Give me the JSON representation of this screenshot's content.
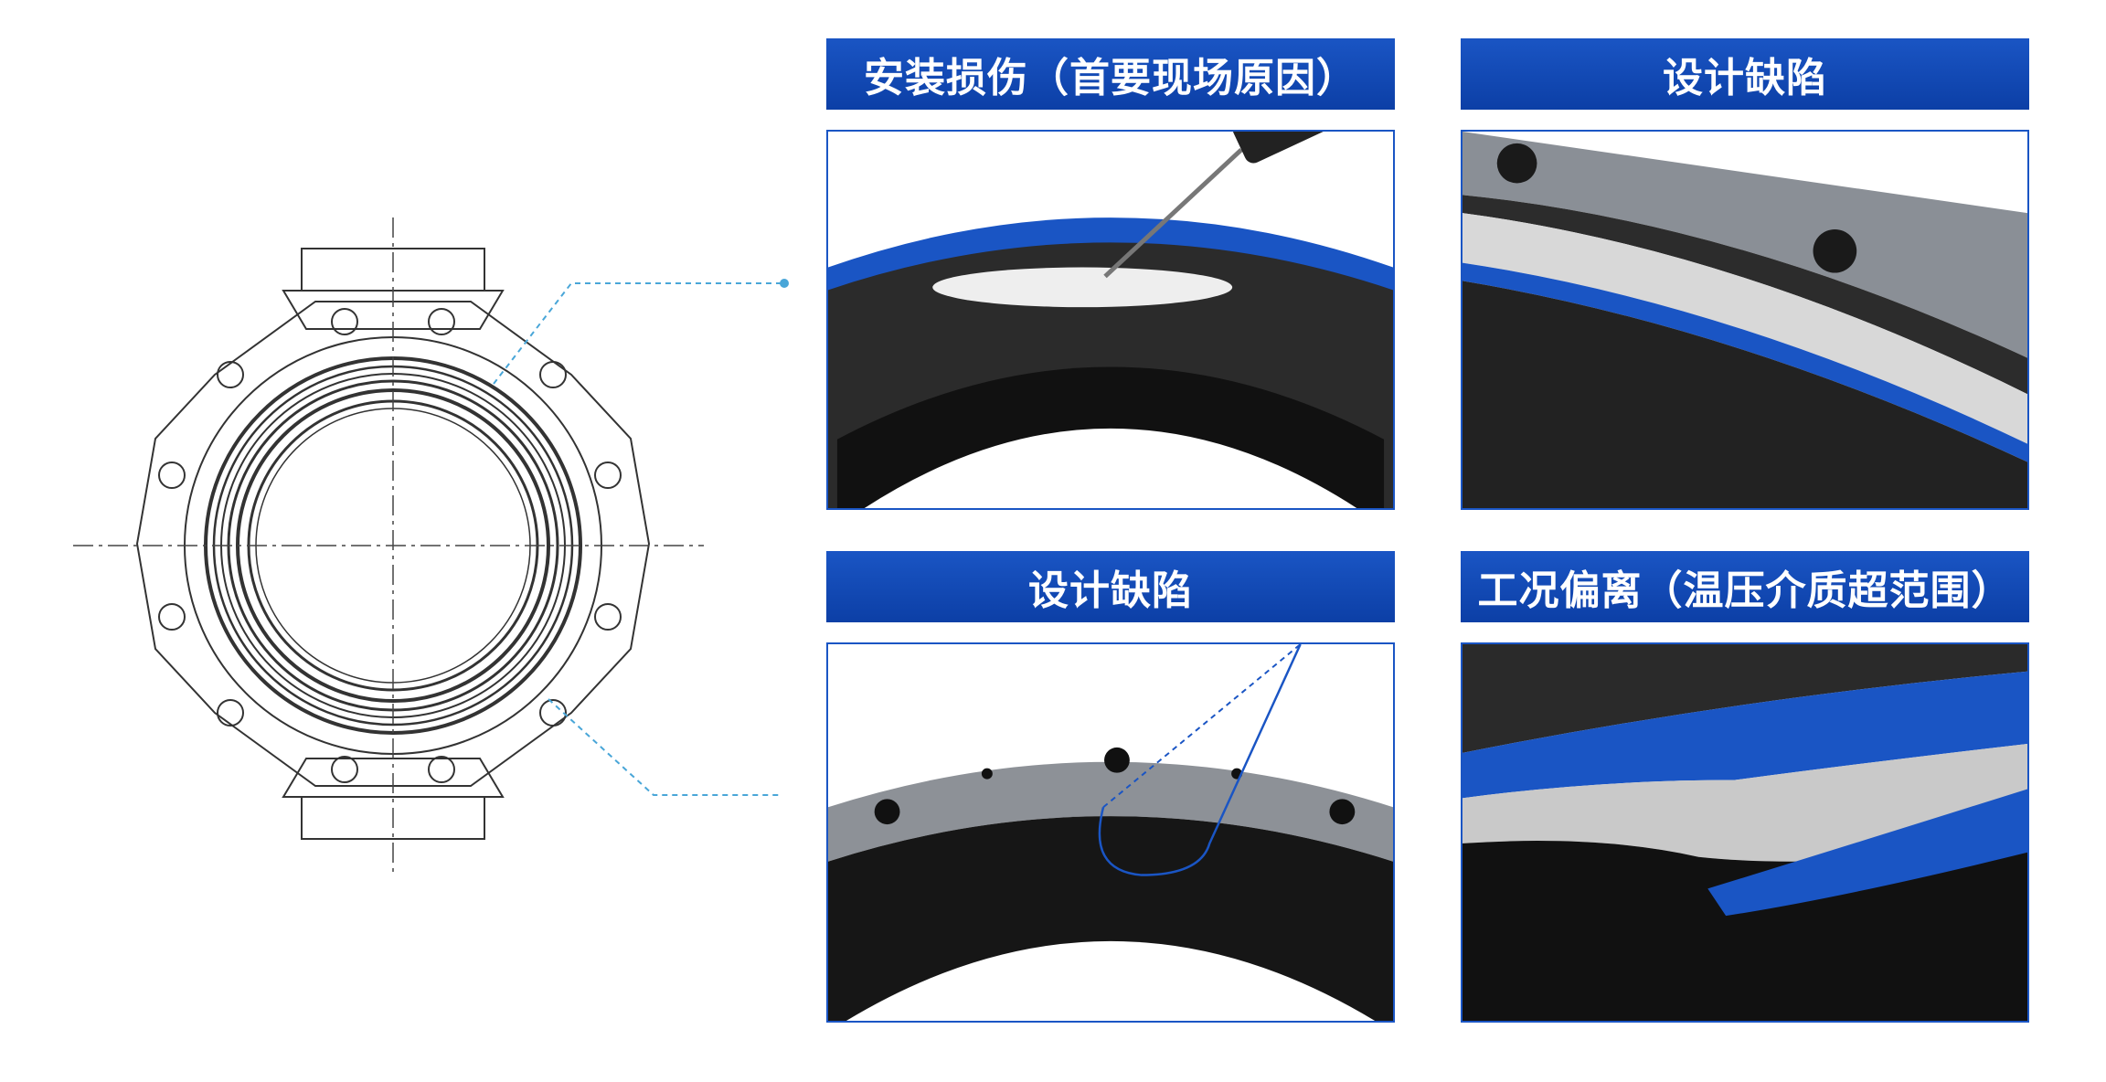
{
  "panels": [
    {
      "title": "安装损伤（首要现场原因）",
      "image": "seal-installation-damage"
    },
    {
      "title": "设计缺陷",
      "image": "seal-cross-section-layers"
    },
    {
      "title": "设计缺陷",
      "image": "seal-flange-groove"
    },
    {
      "title": "工况偏离（温压介质超范围）",
      "image": "seal-deformed-layers"
    }
  ],
  "colors": {
    "title_bar": "#0c3fa6",
    "accent_blue": "#1a55c4",
    "line_drawing": "#333333",
    "callout": "#49a6d8"
  },
  "drawing": "flange-seal-technical-drawing"
}
